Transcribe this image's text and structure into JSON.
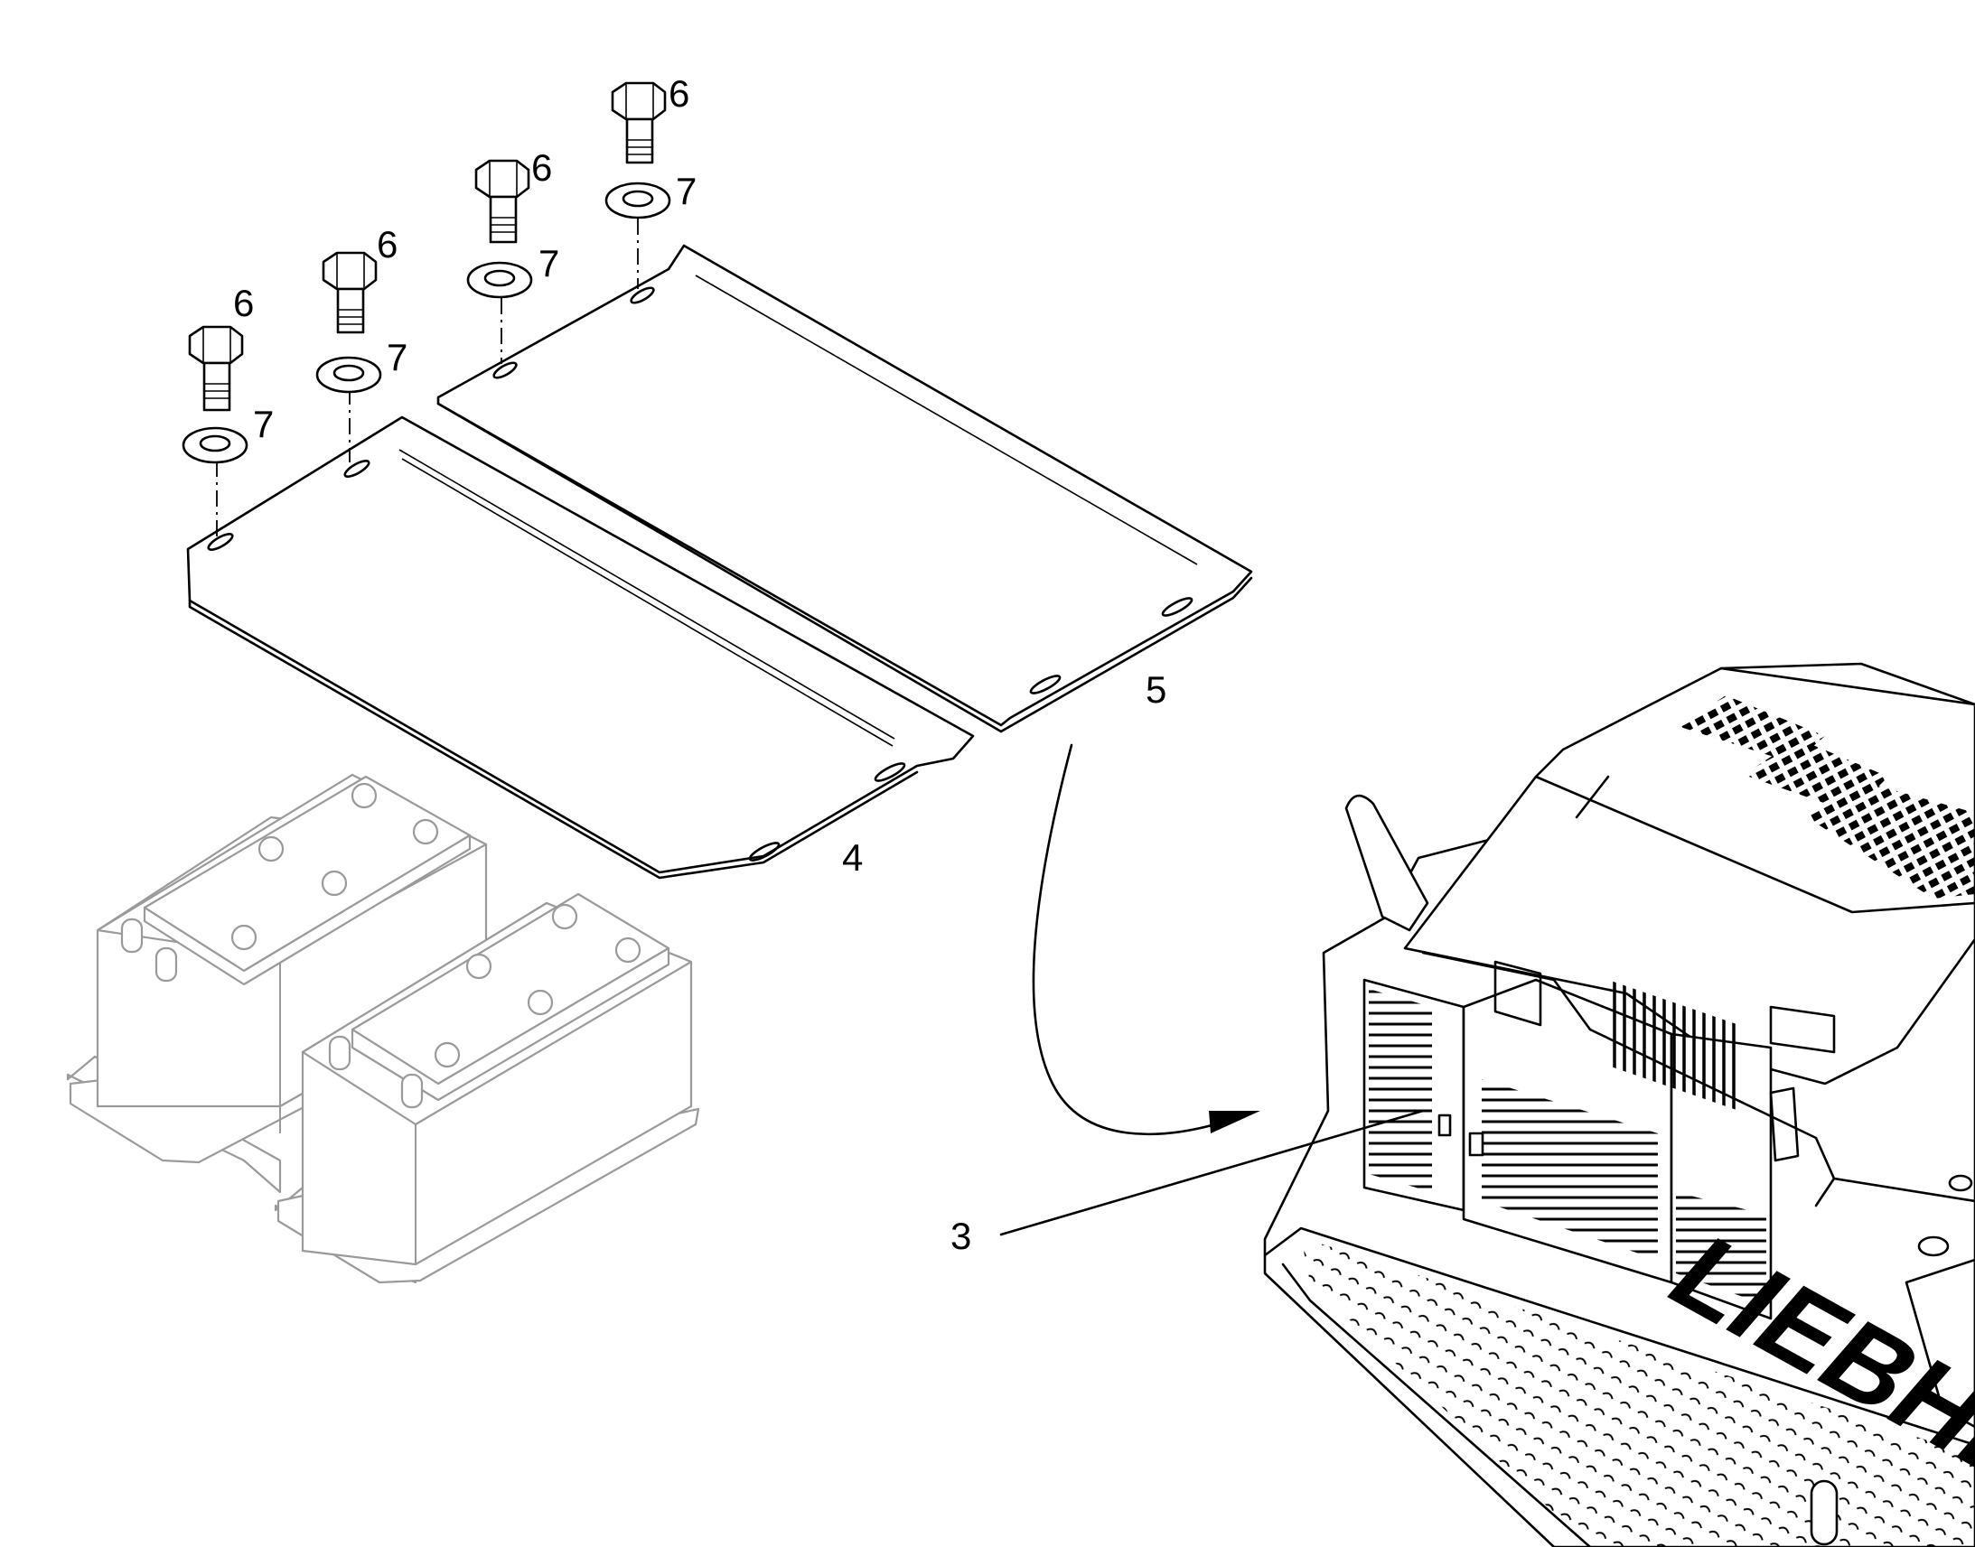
{
  "callouts": {
    "c3": "3",
    "c4": "4",
    "c5": "5",
    "c6a": "6",
    "c6b": "6",
    "c6c": "6",
    "c6d": "6",
    "c7a": "7",
    "c7b": "7",
    "c7c": "7",
    "c7d": "7"
  },
  "machine": {
    "brand_lettering": "LIEBHERR"
  },
  "colors": {
    "ink": "#000000",
    "phantom_parts": "#9a9a9a",
    "background": "#ffffff"
  }
}
